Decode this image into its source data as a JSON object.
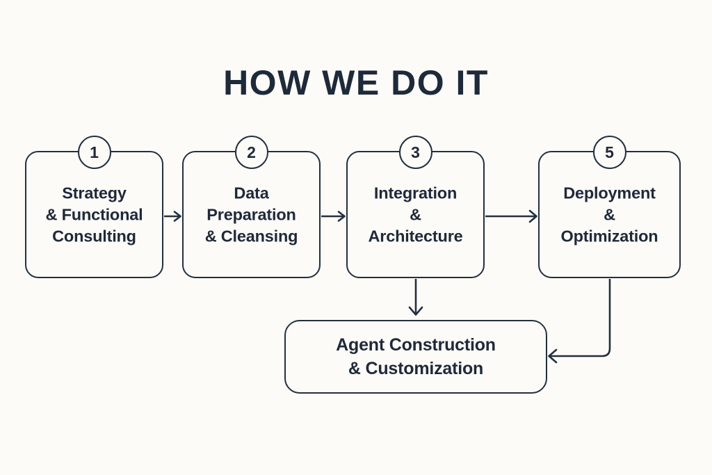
{
  "page": {
    "title": "HOW WE DO IT",
    "background_color": "#fcfbf8",
    "ink_color": "#22303f",
    "text_color": "#20293a"
  },
  "flow": {
    "steps": [
      {
        "badge": "1",
        "line1": "Strategy",
        "line2": "& Functional",
        "line3": "Consulting"
      },
      {
        "badge": "2",
        "line1": "Data",
        "line2": "Preparation",
        "line3": "& Cleansing"
      },
      {
        "badge": "3",
        "line1": "Integration",
        "line2": "&",
        "line3": "Architecture"
      },
      {
        "badge": "5",
        "line1": "Deployment",
        "line2": "&",
        "line3": "Optimization"
      }
    ],
    "result": {
      "line1": "Agent Construction",
      "line2": "& Customization"
    },
    "connectors": [
      {
        "name": "arrow-step1-to-step2",
        "direction": "right"
      },
      {
        "name": "arrow-step2-to-step3",
        "direction": "right"
      },
      {
        "name": "arrow-step3-to-step5",
        "direction": "right"
      },
      {
        "name": "arrow-step3-to-result",
        "direction": "down"
      },
      {
        "name": "arrow-step5-to-result",
        "direction": "left"
      }
    ]
  }
}
